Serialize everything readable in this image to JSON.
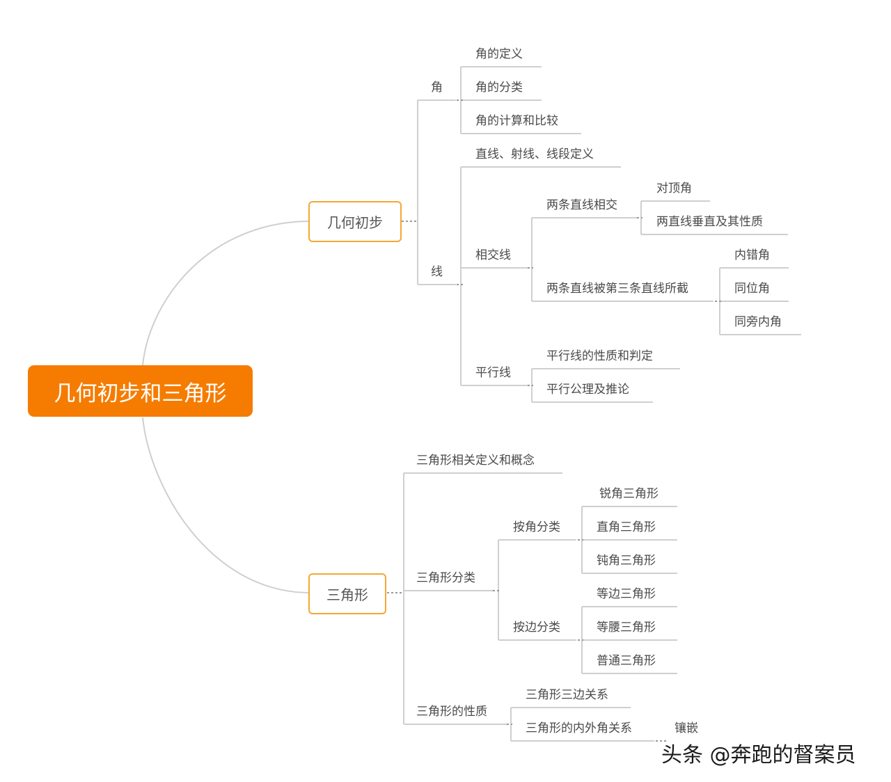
{
  "root": "几何初步和三角形",
  "branch1": {
    "title": "几何初步",
    "jiao": {
      "title": "角",
      "items": [
        "角的定义",
        "角的分类",
        "角的计算和比较"
      ]
    },
    "xian": {
      "title": "线",
      "def": "直线、射线、线段定义",
      "xiangjiao": {
        "title": "相交线",
        "a": {
          "title": "两条直线相交",
          "items": [
            "对顶角",
            "两直线垂直及其性质"
          ]
        },
        "b": {
          "title": "两条直线被第三条直线所截",
          "items": [
            "内错角",
            "同位角",
            "同旁内角"
          ]
        }
      },
      "pingxing": {
        "title": "平行线",
        "items": [
          "平行线的性质和判定",
          "平行公理及推论"
        ]
      }
    }
  },
  "branch2": {
    "title": "三角形",
    "def": "三角形相关定义和概念",
    "fenlei": {
      "title": "三角形分类",
      "byAngle": {
        "title": "按角分类",
        "items": [
          "锐角三角形",
          "直角三角形",
          "钝角三角形"
        ]
      },
      "bySide": {
        "title": "按边分类",
        "items": [
          "等边三角形",
          "等腰三角形",
          "普通三角形"
        ]
      }
    },
    "xingzhi": {
      "title": "三角形的性质",
      "items": [
        "三角形三边关系",
        "三角形的内外角关系"
      ],
      "sub": "镶嵌"
    }
  },
  "watermark": "头条 @奔跑的督案员",
  "colors": {
    "root": "#f57c00",
    "border": "#f5a733",
    "line": "#cccccc"
  }
}
